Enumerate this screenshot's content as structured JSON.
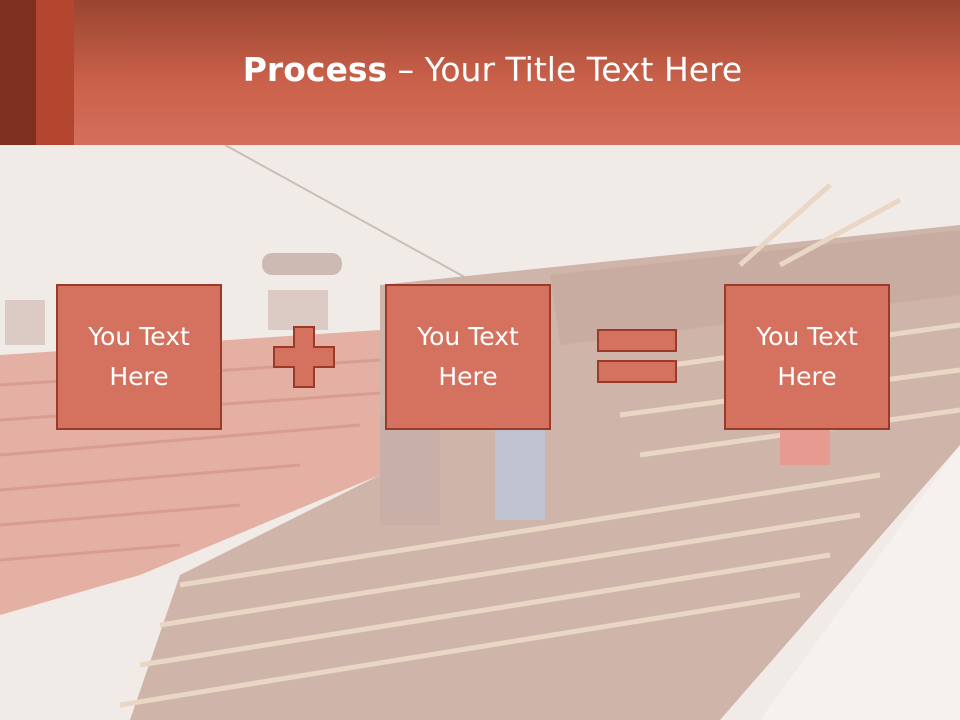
{
  "slide": {
    "title_bold": "Process",
    "title_dash": " – ",
    "title_rest": "Your Title Text Here"
  },
  "process": {
    "items": [
      {
        "text": "You Text Here"
      },
      {
        "text": "You Text Here"
      },
      {
        "text": "You Text Here"
      }
    ],
    "operators": [
      "plus-icon",
      "equals-icon"
    ]
  },
  "colors": {
    "header": "#c9604a",
    "box_fill": "#d5725f",
    "box_border": "#9a3b2a",
    "text": "#ffffff"
  }
}
